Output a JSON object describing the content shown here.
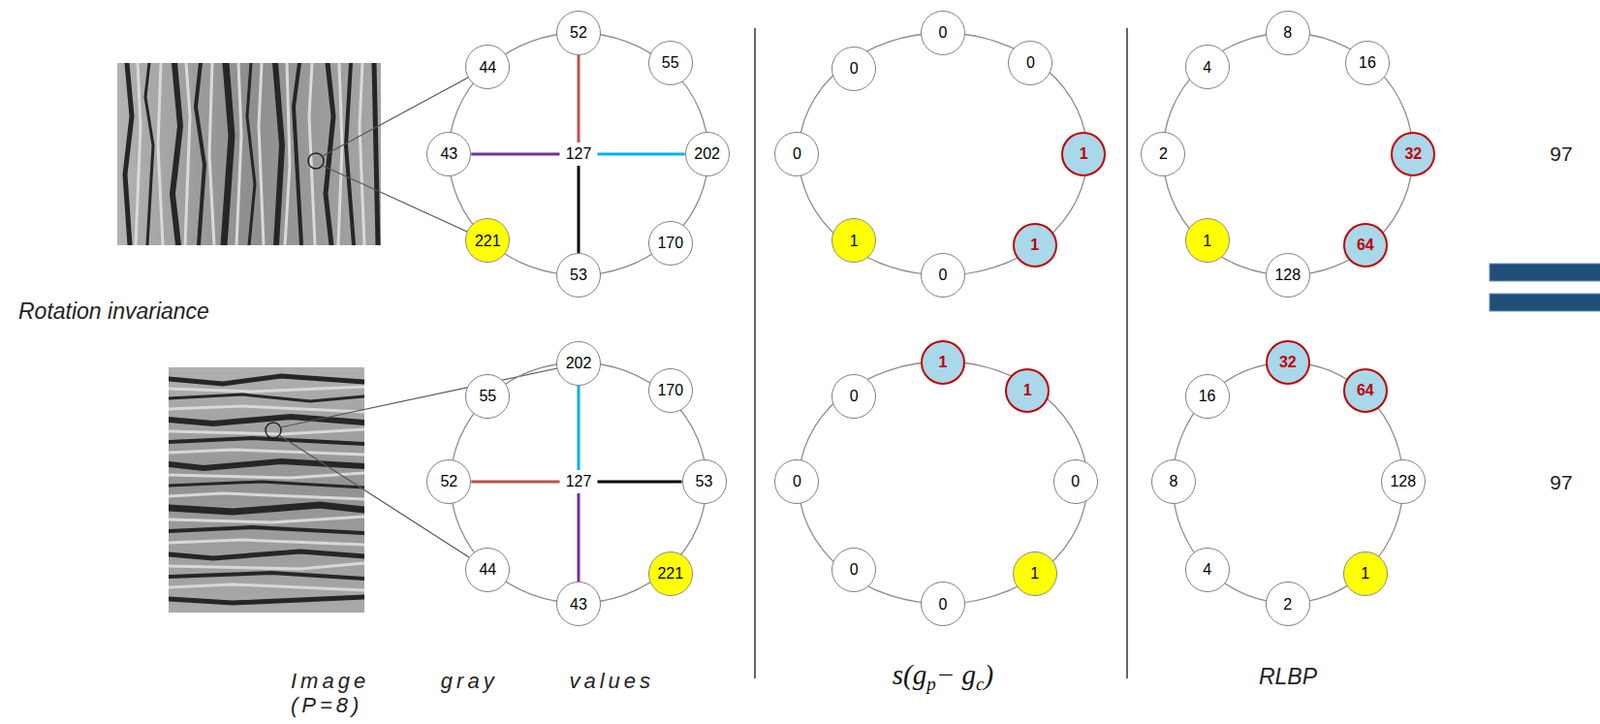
{
  "diagram": {
    "nodes": [
      {
        "text": [
          "52"
        ]
      },
      {
        "text": [
          "44"
        ]
      },
      {
        "text": [
          "55"
        ]
      },
      {
        "text": [
          "43"
        ]
      },
      {
        "text": [
          "127"
        ]
      },
      {
        "text": [
          "202"
        ]
      },
      {
        "text": [
          "221"
        ]
      },
      {
        "text": [
          "170"
        ]
      },
      {
        "text": [
          "53"
        ]
      },
      {
        "text": [
          "0"
        ]
      },
      {
        "text": [
          "0"
        ]
      },
      {
        "text": [
          "0"
        ]
      },
      {
        "text": [
          "0"
        ]
      },
      {
        "text": [
          "1"
        ]
      },
      {
        "text": [
          "1"
        ]
      },
      {
        "text": [
          "1"
        ]
      },
      {
        "text": [
          "0"
        ]
      },
      {
        "text": [
          "8"
        ]
      },
      {
        "text": [
          "4"
        ]
      },
      {
        "text": [
          "16"
        ]
      },
      {
        "text": [
          "2"
        ]
      },
      {
        "text": [
          "32"
        ]
      },
      {
        "text": [
          "1"
        ]
      },
      {
        "text": [
          "64"
        ]
      },
      {
        "text": [
          "128"
        ]
      },
      {
        "text": [
          "202"
        ]
      },
      {
        "text": [
          "55"
        ]
      },
      {
        "text": [
          "170"
        ]
      },
      {
        "text": [
          "52"
        ]
      },
      {
        "text": [
          "127"
        ]
      },
      {
        "text": [
          "53"
        ]
      },
      {
        "text": [
          "44"
        ]
      },
      {
        "text": [
          "221"
        ]
      },
      {
        "text": [
          "43"
        ]
      },
      {
        "text": [
          "1"
        ]
      },
      {
        "text": [
          "0"
        ]
      },
      {
        "text": [
          "1"
        ]
      },
      {
        "text": [
          "0"
        ]
      },
      {
        "text": [
          "0"
        ]
      },
      {
        "text": [
          "0"
        ]
      },
      {
        "text": [
          "1"
        ]
      },
      {
        "text": [
          "0"
        ]
      },
      {
        "text": [
          "32"
        ]
      },
      {
        "text": [
          "16"
        ]
      },
      {
        "text": [
          "64"
        ]
      },
      {
        "text": [
          "8"
        ]
      },
      {
        "text": [
          "128"
        ]
      },
      {
        "text": [
          "4"
        ]
      },
      {
        "text": [
          "1"
        ]
      },
      {
        "text": [
          "2"
        ]
      }
    ],
    "edges": [
      {
        "from": 4,
        "to": 0,
        "arrow": "none"
      },
      {
        "from": 4,
        "to": 3,
        "arrow": "none"
      },
      {
        "from": 4,
        "to": 5,
        "arrow": "none"
      },
      {
        "from": 4,
        "to": 8,
        "arrow": "none"
      },
      {
        "from": 29,
        "to": 25,
        "arrow": "none"
      },
      {
        "from": 29,
        "to": 28,
        "arrow": "none"
      },
      {
        "from": 29,
        "to": 30,
        "arrow": "none"
      },
      {
        "from": 29,
        "to": 33,
        "arrow": "none"
      }
    ],
    "labels": [
      "Rotation invariance",
      "Image gray values (P=8)",
      "s(g",
      "p",
      "− g",
      "c",
      ")",
      "RLBP",
      "97",
      "97"
    ]
  }
}
